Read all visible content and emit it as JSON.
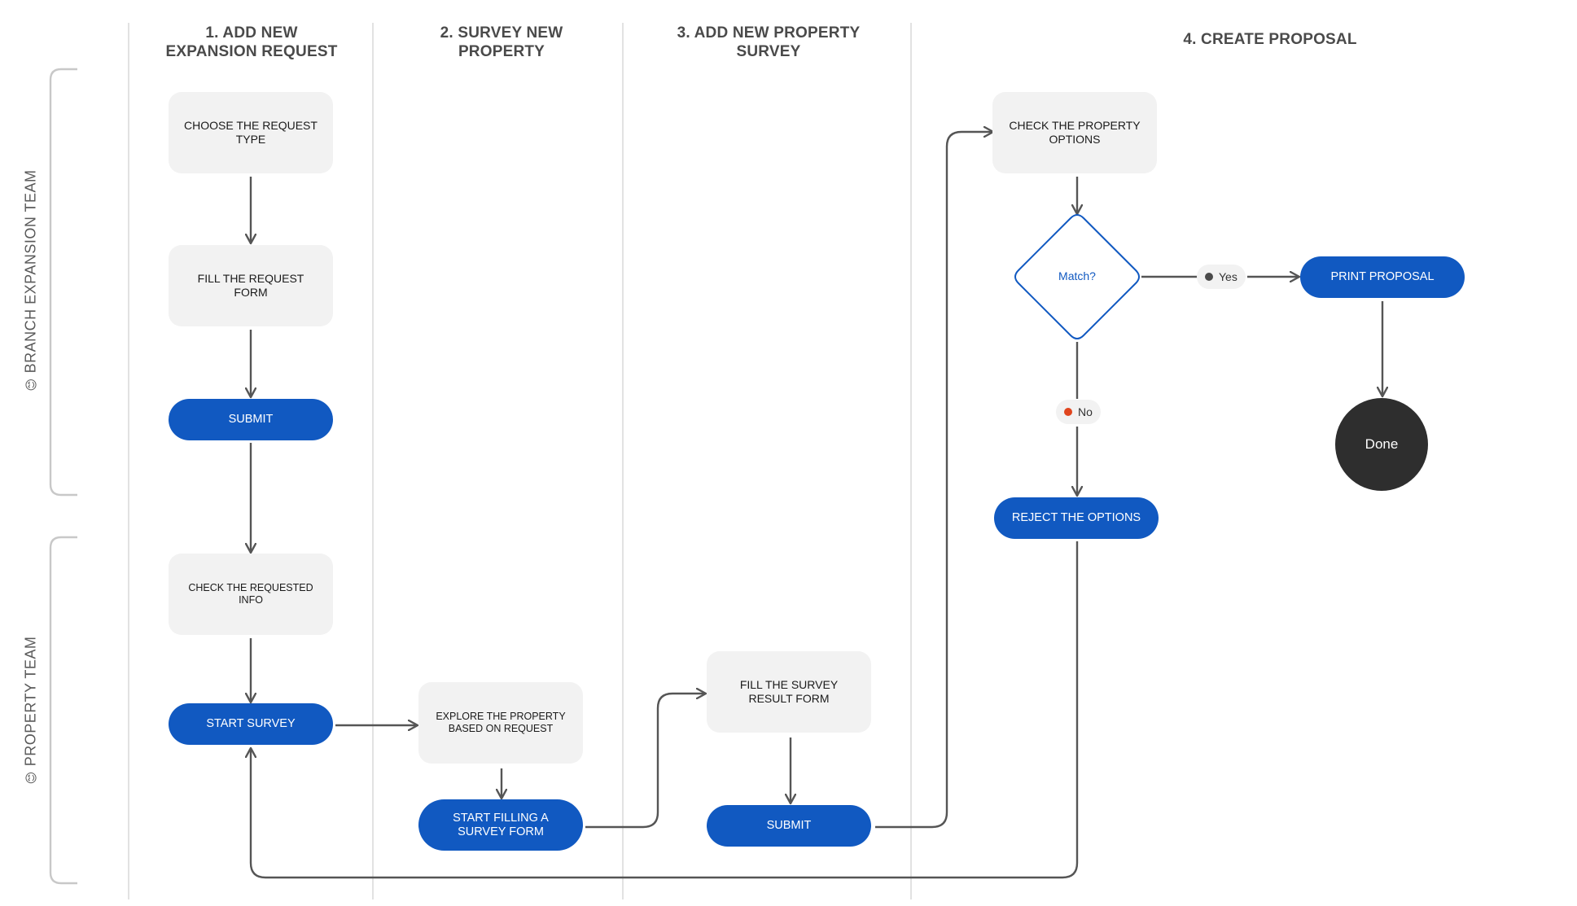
{
  "colors": {
    "primary": "#1159c1",
    "box": "#f2f2f2",
    "done": "#2e2e2e",
    "connector": "#555555",
    "yes_dot": "#4a4a4a",
    "no_dot": "#e0451e"
  },
  "columns": [
    {
      "title": "1. ADD NEW EXPANSION REQUEST"
    },
    {
      "title": "2. SURVEY NEW PROPERTY"
    },
    {
      "title": "3. ADD NEW PROPERTY SURVEY"
    },
    {
      "title": "4. CREATE PROPOSAL"
    }
  ],
  "lanes": [
    {
      "icon": "😊",
      "label": "BRANCH EXPANSION TEAM"
    },
    {
      "icon": "😊",
      "label": "PROPERTY TEAM"
    }
  ],
  "nodes": {
    "choose_request_type": "CHOOSE THE REQUEST TYPE",
    "fill_request_form": "FILL THE REQUEST FORM",
    "submit_request": "SUBMIT",
    "check_requested_info": "CHECK THE REQUESTED INFO",
    "start_survey": "START SURVEY",
    "explore_property": "EXPLORE THE PROPERTY BASED ON REQUEST",
    "start_filling_survey": "START FILLING A SURVEY FORM",
    "fill_survey_result": "FILL THE SURVEY RESULT FORM",
    "submit_survey": "SUBMIT",
    "check_property_options": "CHECK THE PROPERTY OPTIONS",
    "match_decision": "Match?",
    "print_proposal": "PRINT PROPOSAL",
    "done": "Done",
    "reject_options": "REJECT THE OPTIONS"
  },
  "edge_labels": {
    "yes": "Yes",
    "no": "No"
  }
}
